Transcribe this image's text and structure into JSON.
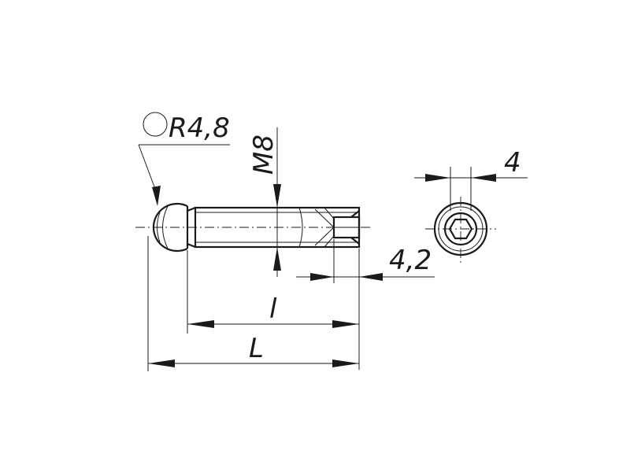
{
  "drawing": {
    "radius_label": "R4,8",
    "thread_label": "M8",
    "hex_size_label": "4",
    "hex_depth_label": "4,2",
    "thread_length_label": "l",
    "total_length_label": "L"
  }
}
